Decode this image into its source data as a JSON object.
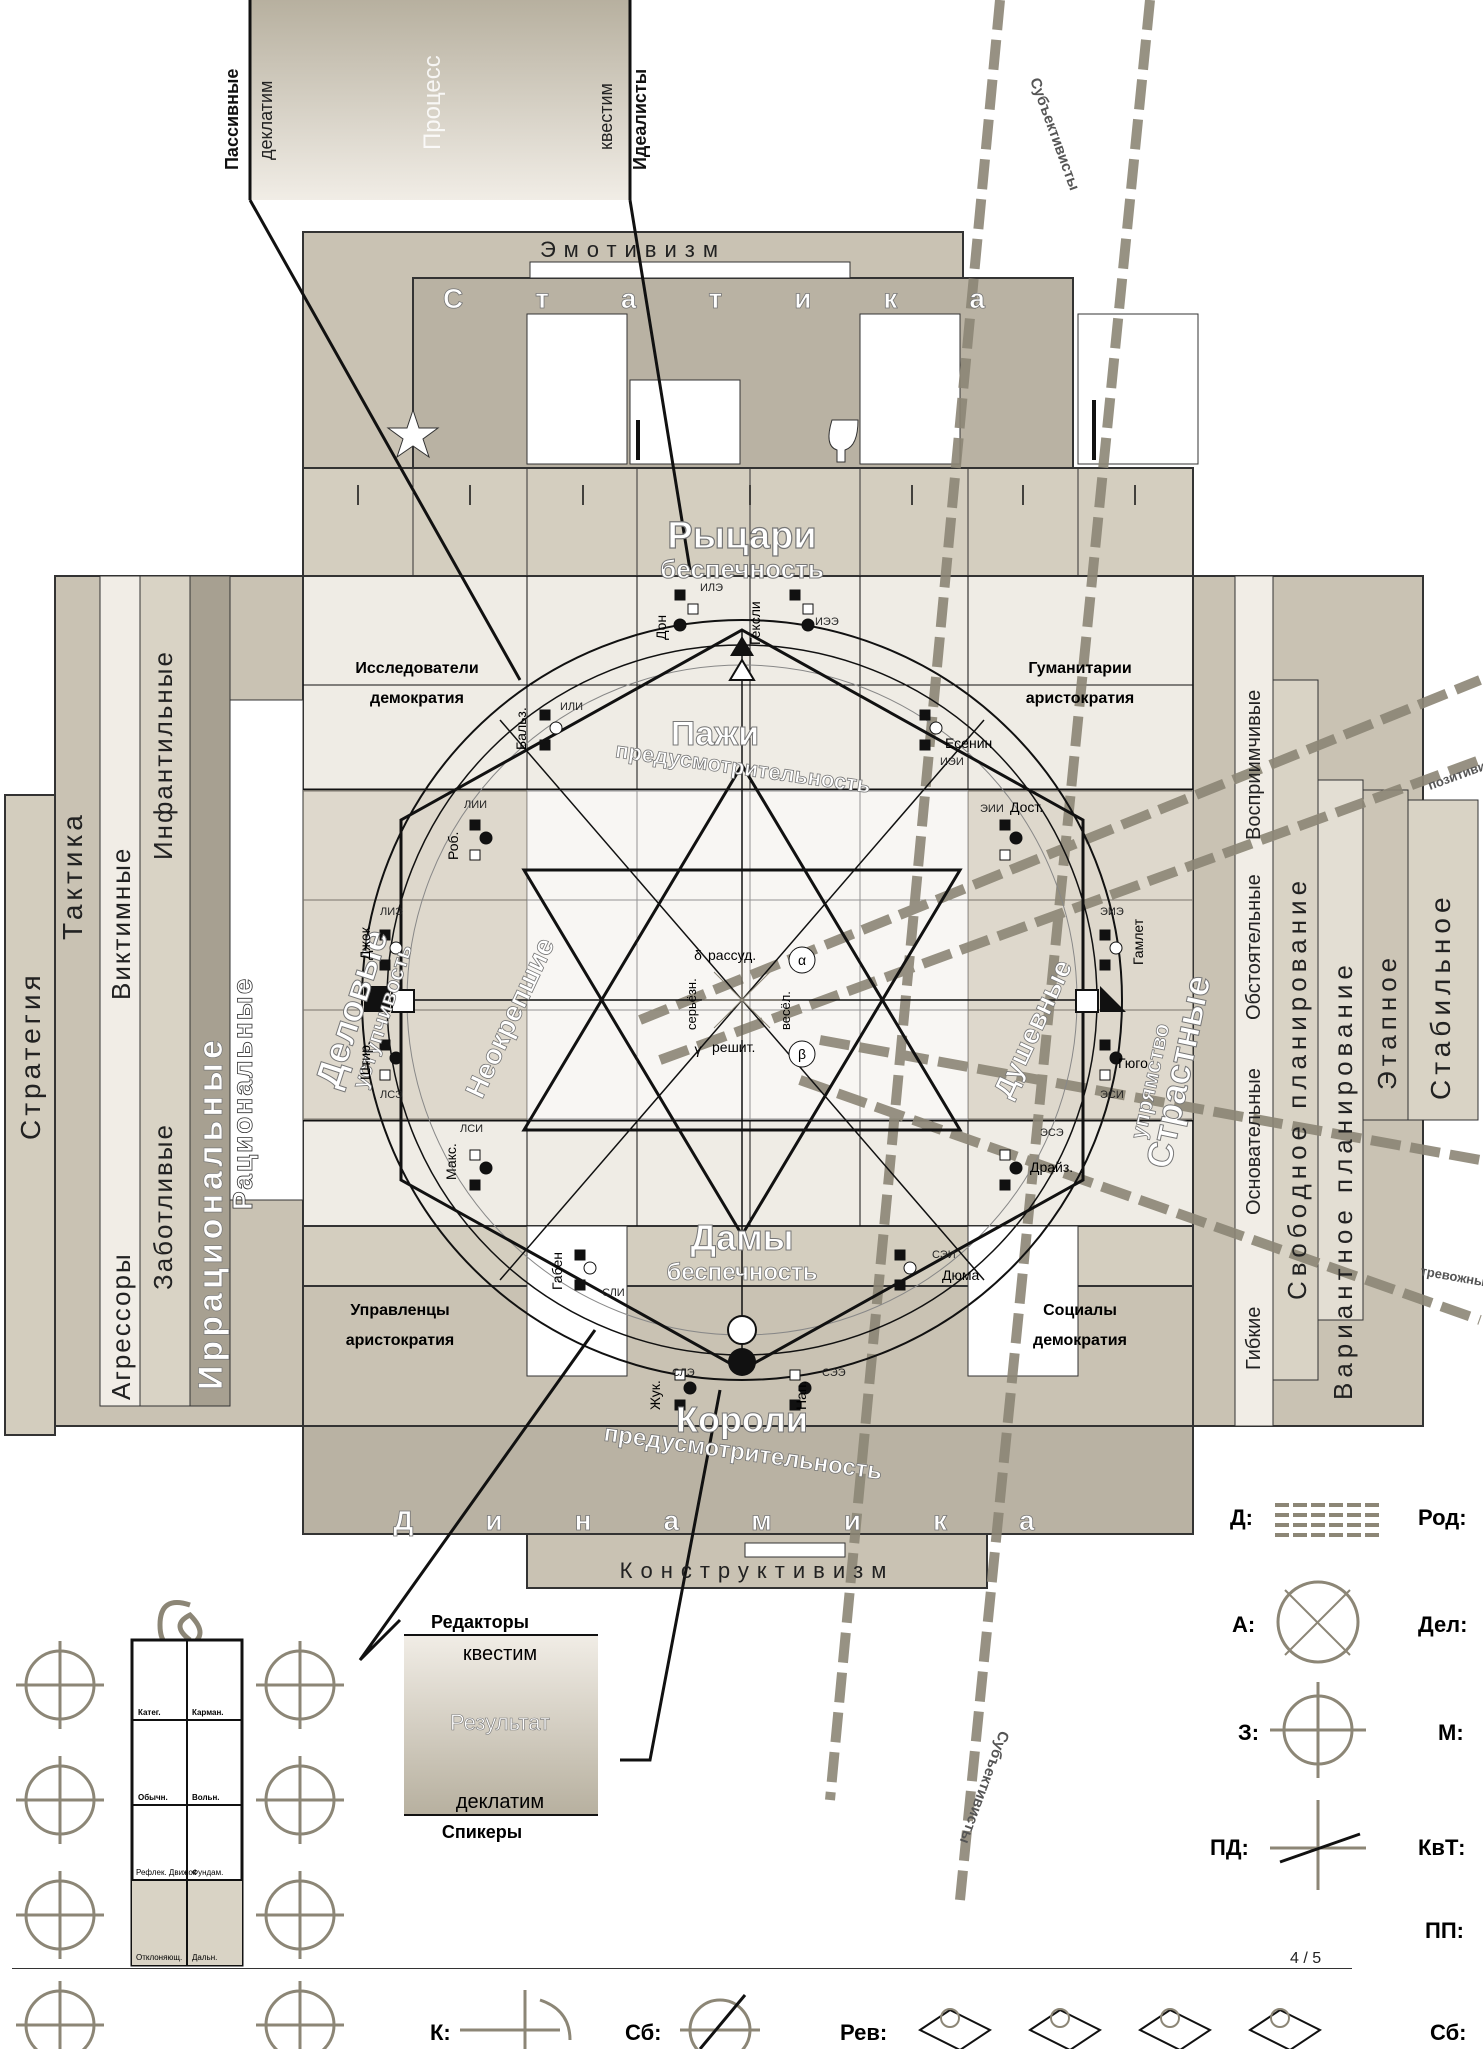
{
  "top_banner": {
    "left_bold": "Пассивные",
    "left": "деклатим",
    "center": "Процесс",
    "right": "квестим",
    "right_bold": "Идеалисты"
  },
  "bottom_banner": {
    "top_bold": "Редакторы",
    "top": "квестим",
    "center": "Результат",
    "bottom": "деклатим",
    "bottom_bold": "Спикеры"
  },
  "outer": {
    "top": "Эмотивизм",
    "statika": "Статика",
    "dinamika": "Динамика",
    "bottom": "Конструктивизм"
  },
  "left_columns": [
    "Стратегия",
    "Тактика",
    "Агрессоры",
    "Виктимные",
    "Заботливые",
    "Инфантильные",
    "Иррациональные",
    "Рациональные"
  ],
  "right_columns": [
    "Восприимчивые",
    "Обстоятельные",
    "Основательные",
    "Гибкие",
    "Свободное планирование",
    "Вариантное планирование",
    "Этапное",
    "Стабильное"
  ],
  "quadrants": {
    "tl": {
      "line1": "Исследователи",
      "line2": "демократия"
    },
    "tr": {
      "line1": "Гуманитарии",
      "line2": "аристократия"
    },
    "bl": {
      "line1": "Управленцы",
      "line2": "аристократия"
    },
    "br": {
      "line1": "Социалы",
      "line2": "демократия"
    }
  },
  "arcs": {
    "rytsari": "Рыцари",
    "bespechnost_top": "беспечность",
    "pazhi": "Пажи",
    "predusm_mid": "предусмотрительность",
    "damy": "Дамы",
    "bespechnost_bot": "беспечность",
    "koroli": "Короли",
    "predusm_bot": "предусмотрительность",
    "delovye": "Деловые",
    "uporstvo_left": "уступчивость",
    "strastnye": "Страстные",
    "uporstvo_right": "упрямство",
    "neokrepshie": "Неокрепшие",
    "dushevnye": "Душевные"
  },
  "types": [
    "Дон",
    "Гексли",
    "Бальз.",
    "Есенин",
    "Роб.",
    "Дост.",
    "Джек",
    "Гамлет",
    "Штир.",
    "Гюго",
    "Макс.",
    "Драйз.",
    "Габен",
    "Дюма",
    "Жук.",
    "Нап."
  ],
  "sub_types": [
    "ИЛЭ",
    "ИЭЭ",
    "ИЛИ",
    "ИЭИ",
    "ЛИИ",
    "ЭИИ",
    "ЛИЭ",
    "ЭИЭ",
    "ЛСЭ",
    "ЭСЭ",
    "ЛСИ",
    "ЭСИ",
    "СЛИ",
    "СЭИ",
    "СЛЭ",
    "СЭЭ"
  ],
  "center": {
    "rassud": "рассуд.",
    "veselye": "весёл.",
    "reshit": "решит.",
    "serez": "серьёзн.",
    "alpha": "α",
    "beta": "β",
    "gamma": "γ",
    "delta": "δ"
  },
  "diag_labels": {
    "top": "Субъективисты",
    "bottom": "Субъективисты",
    "right1": "позитивисты",
    "right2": "тревожные"
  },
  "legend_right": [
    "Д:",
    "А:",
    "З:",
    "ПД:",
    "Род:",
    "Дел:",
    "М:",
    "КвТ:",
    "ПП:",
    "Сб:"
  ],
  "legend_bottom": [
    "К:",
    "Сб:",
    "Рев:"
  ],
  "legend_left": [
    "Катег.",
    "Карман.",
    "Обычн.",
    "Вольн.",
    "Рефлек. Движок",
    "Фундам.",
    "Отклоняющ.",
    "Дальн."
  ],
  "page": {
    "number": "4 / 5"
  },
  "colors": {
    "panel": "#c9c2b3",
    "panel_dark": "#9d9686",
    "panel_light": "#e3ded3",
    "line": "#111111"
  }
}
